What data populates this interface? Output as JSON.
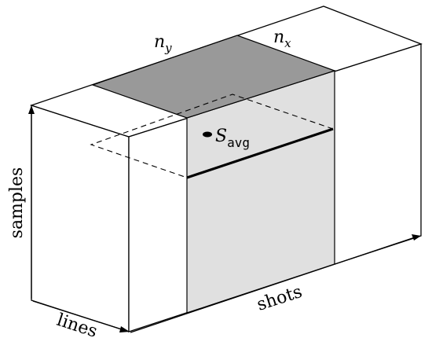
{
  "labels": {
    "samples": "samples",
    "lines": "lines",
    "shots": "shots",
    "ny_base": "n",
    "ny_sub": "y",
    "nx_base": "n",
    "nx_sub": "x",
    "savg_base": "S",
    "savg_sub": "avg"
  },
  "colors": {
    "top_shade": "#999999",
    "slab_shade": "#e0e0e0",
    "stroke": "#000000",
    "background": "#ffffff"
  }
}
